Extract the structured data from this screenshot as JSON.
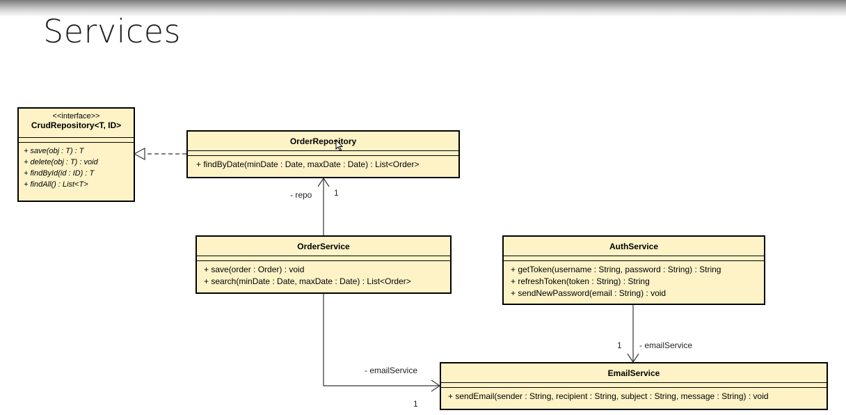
{
  "slide": {
    "title": "Services"
  },
  "classes": {
    "crud_repository": {
      "stereotype": "<<interface>>",
      "name": "CrudRepository<T, ID>",
      "operations": [
        "+ save(obj : T) : T",
        "+ delete(obj : T) : void",
        "+ findById(id : ID) : T",
        "+ findAll() : List<T>"
      ]
    },
    "order_repository": {
      "name": "OrderRepository",
      "operations": [
        "+ findByDate(minDate : Date, maxDate : Date) : List<Order>"
      ]
    },
    "order_service": {
      "name": "OrderService",
      "operations": [
        "+ save(order : Order) : void",
        "+ search(minDate : Date, maxDate : Date) : List<Order>"
      ]
    },
    "auth_service": {
      "name": "AuthService",
      "operations": [
        "+ getToken(username : String, password : String) : String",
        "+ refreshToken(token : String) : String",
        "+ sendNewPassword(email : String) : void"
      ]
    },
    "email_service": {
      "name": "EmailService",
      "operations": [
        "+ sendEmail(sender : String, recipient : String, subject : String, message : String) : void"
      ]
    }
  },
  "associations": {
    "order_service_to_repository": {
      "role": "- repo",
      "multiplicity": "1"
    },
    "order_service_to_email": {
      "role": "- emailService",
      "multiplicity": "1"
    },
    "auth_service_to_email": {
      "role": "- emailService",
      "multiplicity": "1"
    }
  },
  "colors": {
    "class_fill": "#fdf3c7",
    "class_border": "#000000",
    "edge_stroke": "#333333"
  }
}
